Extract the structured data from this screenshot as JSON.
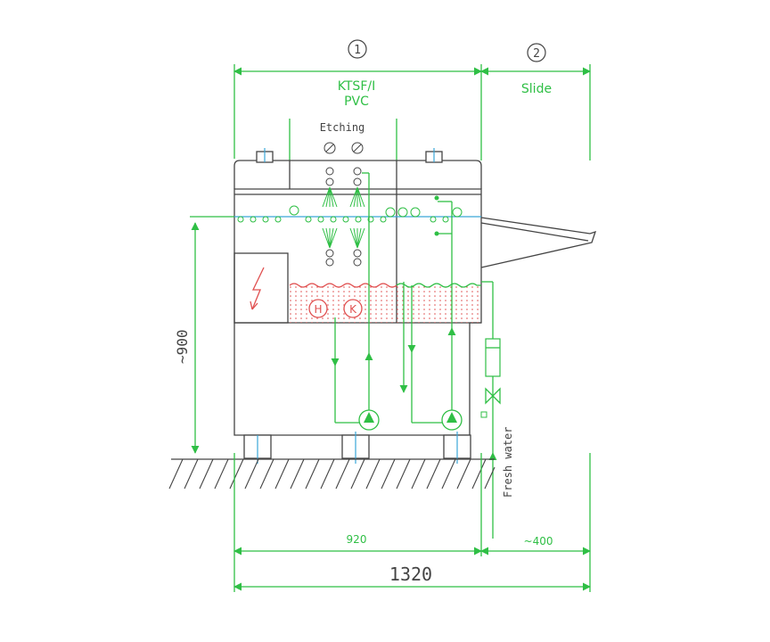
{
  "labels": {
    "section_1": "1",
    "section_2": "2",
    "model_line1": "KTSF/I",
    "model_line2": "PVC",
    "slide": "Slide",
    "etching": "Etching",
    "heater": "H",
    "cooler": "K",
    "height": "~900",
    "fresh_water": "Fresh water",
    "width_main": "920",
    "width_slide": "~400",
    "width_total": "1320"
  },
  "colors": {
    "dimension": "#2fbf45",
    "outline": "#444444",
    "axis": "#3aa6d8",
    "bath": "#e05050"
  }
}
